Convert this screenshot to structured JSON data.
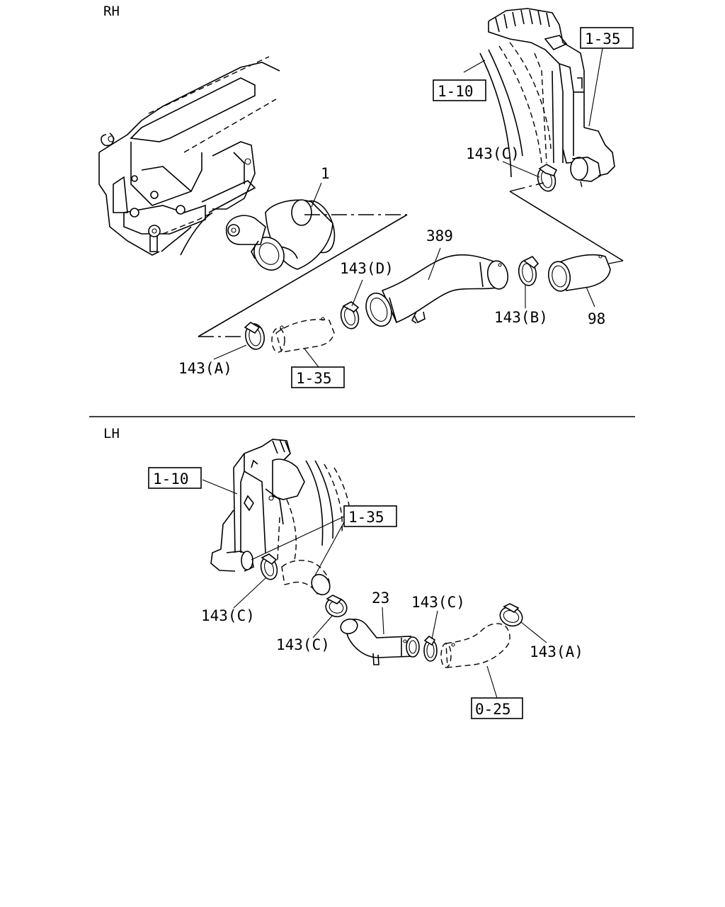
{
  "sections": {
    "rh": "RH",
    "lh": "LH"
  },
  "rh": {
    "refs": {
      "ref_1_35_top": "1-35",
      "ref_1_10": "1-10",
      "ref_1_35_bottom": "1-35"
    },
    "labels": {
      "clamp_c": "143(C)",
      "part_1": "1",
      "part_389": "389",
      "clamp_d": "143(D)",
      "clamp_b": "143(B)",
      "part_98": "98",
      "clamp_a": "143(A)"
    }
  },
  "lh": {
    "refs": {
      "ref_1_10": "1-10",
      "ref_1_35": "1-35",
      "ref_0_25": "0-25"
    },
    "labels": {
      "clamp_c_left": "143(C)",
      "clamp_c_mid": "143(C)",
      "part_23": "23",
      "clamp_c_right": "143(C)",
      "clamp_a": "143(A)"
    }
  }
}
